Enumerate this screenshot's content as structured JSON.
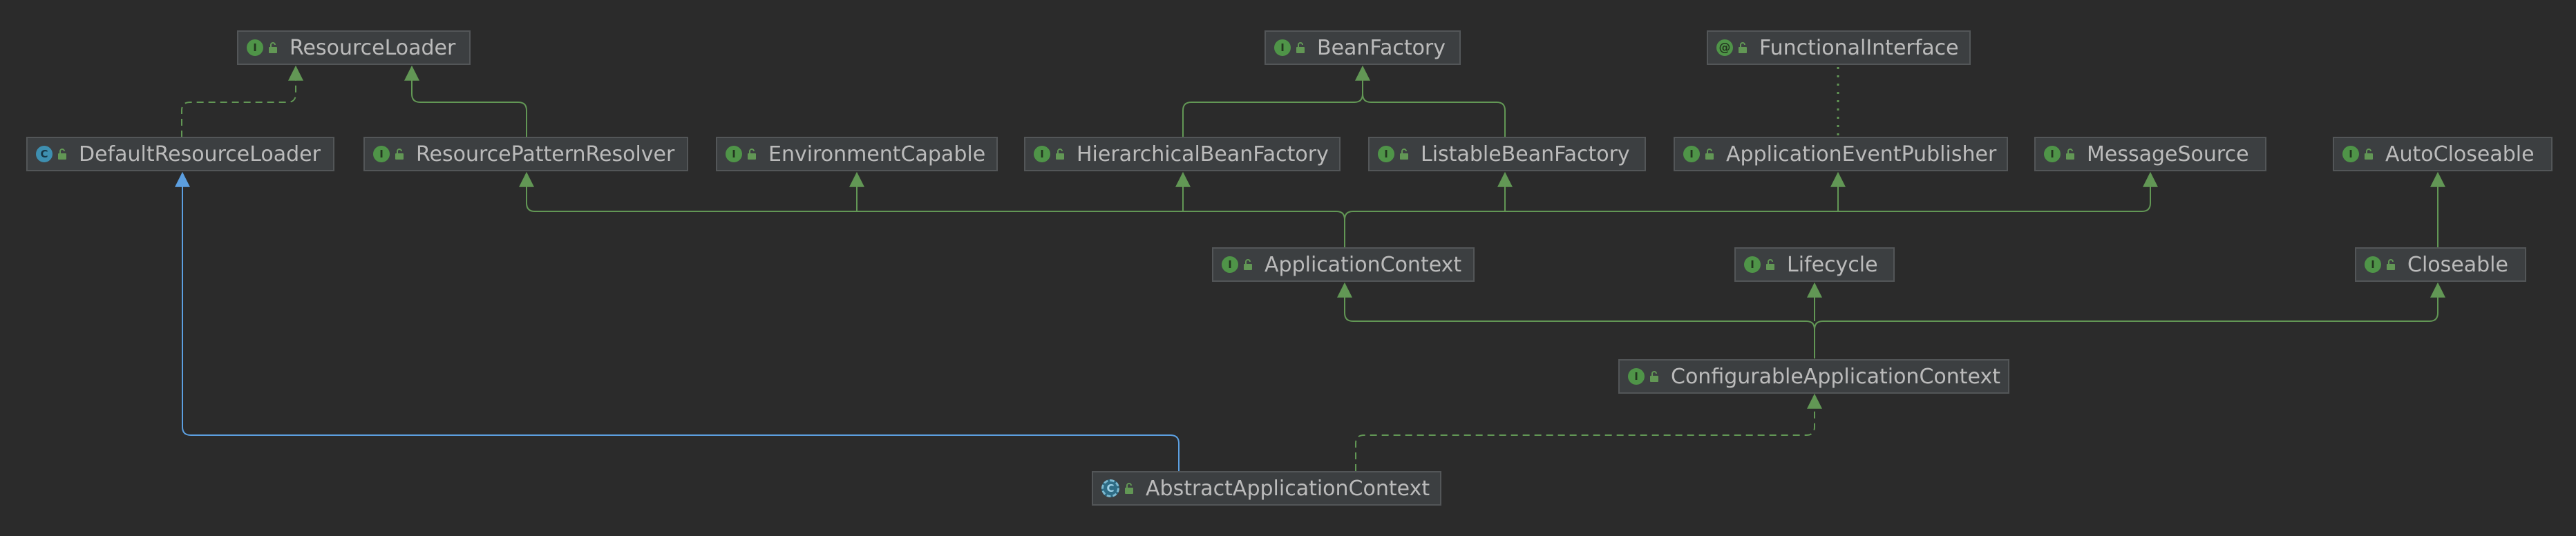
{
  "colors": {
    "background": "#2b2b2b",
    "node_fill": "#3c3f41",
    "node_border": "#535658",
    "text": "#bbbbbb",
    "extends_interface": "#629755",
    "extends_class": "#5c9fe0"
  },
  "nodes": [
    {
      "id": "resource-loader",
      "label": "ResourceLoader",
      "kind": "interface",
      "icon": "interface-icon"
    },
    {
      "id": "bean-factory",
      "label": "BeanFactory",
      "kind": "interface",
      "icon": "interface-icon"
    },
    {
      "id": "functional-interface",
      "label": "FunctionalInterface",
      "kind": "annotation",
      "icon": "annotation-icon"
    },
    {
      "id": "default-resource-loader",
      "label": "DefaultResourceLoader",
      "kind": "class",
      "icon": "class-icon"
    },
    {
      "id": "resource-pattern-resolver",
      "label": "ResourcePatternResolver",
      "kind": "interface",
      "icon": "interface-icon"
    },
    {
      "id": "environment-capable",
      "label": "EnvironmentCapable",
      "kind": "interface",
      "icon": "interface-icon"
    },
    {
      "id": "hierarchical-bean-factory",
      "label": "HierarchicalBeanFactory",
      "kind": "interface",
      "icon": "interface-icon"
    },
    {
      "id": "listable-bean-factory",
      "label": "ListableBeanFactory",
      "kind": "interface",
      "icon": "interface-icon"
    },
    {
      "id": "application-event-publisher",
      "label": "ApplicationEventPublisher",
      "kind": "interface",
      "icon": "interface-icon"
    },
    {
      "id": "message-source",
      "label": "MessageSource",
      "kind": "interface",
      "icon": "interface-icon"
    },
    {
      "id": "auto-closeable",
      "label": "AutoCloseable",
      "kind": "interface",
      "icon": "interface-icon"
    },
    {
      "id": "application-context",
      "label": "ApplicationContext",
      "kind": "interface",
      "icon": "interface-icon"
    },
    {
      "id": "lifecycle",
      "label": "Lifecycle",
      "kind": "interface",
      "icon": "interface-icon"
    },
    {
      "id": "closeable",
      "label": "Closeable",
      "kind": "interface",
      "icon": "interface-icon"
    },
    {
      "id": "configurable-application-context",
      "label": "ConfigurableApplicationContext",
      "kind": "interface",
      "icon": "interface-icon"
    },
    {
      "id": "abstract-application-context",
      "label": "AbstractApplicationContext",
      "kind": "abstract",
      "icon": "abstract-class-icon"
    }
  ],
  "edges": [
    {
      "from": "default-resource-loader",
      "to": "resource-loader",
      "relation": "implements",
      "style": "dashed"
    },
    {
      "from": "resource-pattern-resolver",
      "to": "resource-loader",
      "relation": "extends",
      "style": "solid"
    },
    {
      "from": "hierarchical-bean-factory",
      "to": "bean-factory",
      "relation": "extends",
      "style": "solid"
    },
    {
      "from": "listable-bean-factory",
      "to": "bean-factory",
      "relation": "extends",
      "style": "solid"
    },
    {
      "from": "application-event-publisher",
      "to": "functional-interface",
      "relation": "annotated",
      "style": "dotted"
    },
    {
      "from": "application-context",
      "to": "resource-pattern-resolver",
      "relation": "extends",
      "style": "solid"
    },
    {
      "from": "application-context",
      "to": "environment-capable",
      "relation": "extends",
      "style": "solid"
    },
    {
      "from": "application-context",
      "to": "hierarchical-bean-factory",
      "relation": "extends",
      "style": "solid"
    },
    {
      "from": "application-context",
      "to": "listable-bean-factory",
      "relation": "extends",
      "style": "solid"
    },
    {
      "from": "application-context",
      "to": "application-event-publisher",
      "relation": "extends",
      "style": "solid"
    },
    {
      "from": "application-context",
      "to": "message-source",
      "relation": "extends",
      "style": "solid"
    },
    {
      "from": "closeable",
      "to": "auto-closeable",
      "relation": "extends",
      "style": "solid"
    },
    {
      "from": "configurable-application-context",
      "to": "application-context",
      "relation": "extends",
      "style": "solid"
    },
    {
      "from": "configurable-application-context",
      "to": "lifecycle",
      "relation": "extends",
      "style": "solid"
    },
    {
      "from": "configurable-application-context",
      "to": "closeable",
      "relation": "extends",
      "style": "solid"
    },
    {
      "from": "abstract-application-context",
      "to": "configurable-application-context",
      "relation": "implements",
      "style": "dashed"
    },
    {
      "from": "abstract-application-context",
      "to": "default-resource-loader",
      "relation": "extends-class",
      "style": "solid-blue"
    }
  ]
}
